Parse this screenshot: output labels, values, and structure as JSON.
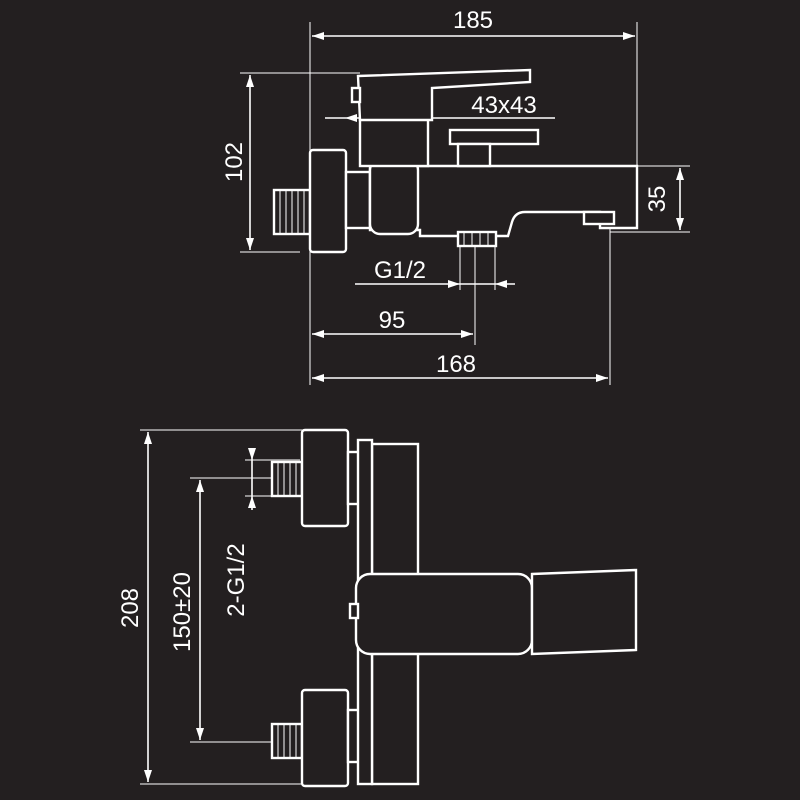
{
  "colors": {
    "background": "#231f20",
    "lines": "#ffffff"
  },
  "dimensions": {
    "overall_length": "185",
    "handle_size": "43x43",
    "height": "102",
    "spout_height": "35",
    "outlet_thread": "G1/2",
    "wall_to_outlet": "95",
    "wall_to_spout_tip": "168",
    "total_height": "208",
    "inlet_spacing": "150±20",
    "inlet_threads": "2-G1/2"
  }
}
